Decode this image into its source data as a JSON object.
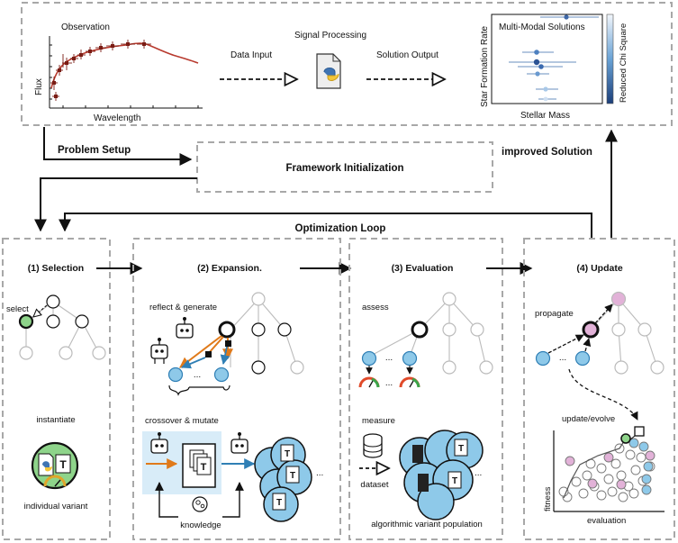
{
  "top": {
    "observation": {
      "title": "Observation",
      "y_label": "Flux",
      "x_label": "Wavelength"
    },
    "signal_processing": "Signal Processing",
    "data_input": "Data Input",
    "solution_output": "Solution Output",
    "solutions_plot": {
      "title": "Multi-Modal Solutions",
      "y_label": "Star Formation Rate",
      "x_label": "Stellar Mass",
      "colorbar_label": "Reduced Chi Square"
    }
  },
  "problem_setup": "Problem Setup",
  "framework_initialization": "Framework Initialization",
  "improved_solution": "improved Solution",
  "optimization_loop": "Optimization Loop",
  "panels": {
    "selection": {
      "title": "(1) Selection",
      "select": "select",
      "instantiate": "instantiate",
      "individual_variant": "individual variant"
    },
    "expansion": {
      "title": "(2) Expansion.",
      "reflect_generate": "reflect & generate",
      "crossover_mutate": "crossover & mutate",
      "knowledge": "knowledge",
      "ellipsis": "..."
    },
    "evaluation": {
      "title": "(3) Evaluation",
      "assess": "assess",
      "measure": "measure",
      "dataset": "dataset",
      "population": "algorithmic variant population",
      "ellipsis": "..."
    },
    "update": {
      "title": "(4) Update",
      "propagate": "propagate",
      "update_evolve": "update/evolve",
      "fitness": "fitness",
      "evaluation_axis": "evaluation",
      "ellipsis": "..."
    }
  },
  "colors": {
    "dashed_border": "#a8a8a8",
    "node_blue": "#8ec9e9",
    "node_blue_stroke": "#2f7fb5",
    "node_pink": "#e2b2d8",
    "node_green": "#8ed48a",
    "select_arrow_orange": "#e07a1a",
    "highlight_box": "#d8ecf8",
    "colorbar_dark": "#1c3f7a"
  },
  "icons": [
    "python-file-icon",
    "robot-icon",
    "knowledge-brain-icon",
    "database-icon",
    "gauge-icon",
    "document-icon",
    "text-doc-icon"
  ]
}
